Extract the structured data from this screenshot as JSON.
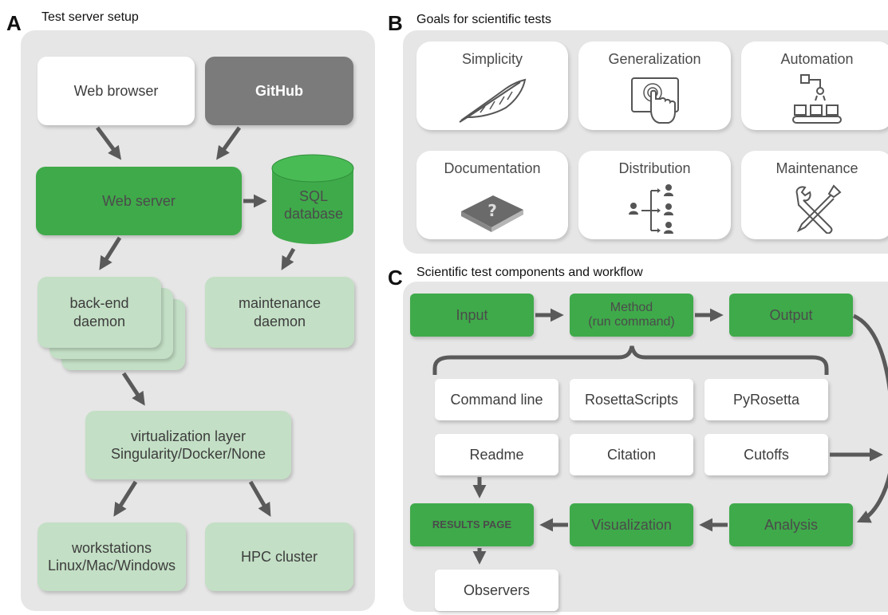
{
  "panel_a": {
    "letter": "A",
    "title": "Test server setup",
    "web_browser": "Web browser",
    "github": "GitHub",
    "web_server": "Web server",
    "sql_line1": "SQL",
    "sql_line2": "database",
    "backend_line1": "back-end",
    "backend_line2": "daemon",
    "maint_line1": "maintenance",
    "maint_line2": "daemon",
    "virt_line1": "virtualization layer",
    "virt_line2": "Singularity/Docker/None",
    "ws_line1": "workstations",
    "ws_line2": "Linux/Mac/Windows",
    "hpc": "HPC cluster"
  },
  "panel_b": {
    "letter": "B",
    "title": "Goals for scientific tests",
    "goals": [
      {
        "label": "Simplicity",
        "icon": "feather-icon"
      },
      {
        "label": "Generalization",
        "icon": "touchscreen-icon"
      },
      {
        "label": "Automation",
        "icon": "robot-arm-conveyor-icon"
      },
      {
        "label": "Documentation",
        "icon": "help-book-icon"
      },
      {
        "label": "Distribution",
        "icon": "distribution-people-icon"
      },
      {
        "label": "Maintenance",
        "icon": "wrench-screwdriver-icon"
      }
    ]
  },
  "panel_c": {
    "letter": "C",
    "title": "Scientific test components and workflow",
    "input": "Input",
    "method_line1": "Method",
    "method_line2": "(run command)",
    "output": "Output",
    "command_line": "Command line",
    "rosettascripts": "RosettaScripts",
    "pyrosetta": "PyRosetta",
    "readme": "Readme",
    "citation": "Citation",
    "cutoffs": "Cutoffs",
    "results_page": "RESULTS PAGE",
    "visualization": "Visualization",
    "analysis": "Analysis",
    "observers": "Observers"
  },
  "colors": {
    "green": "#3faa4a",
    "light_green": "#c3dfc5",
    "github_gray": "#7b7b7b",
    "panel_gray": "#e6e6e6",
    "arrow_gray": "#5a5a5a"
  }
}
